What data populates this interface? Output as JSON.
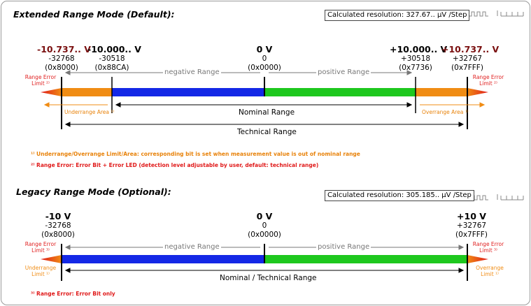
{
  "extended": {
    "title": "Extended Range Mode (Default):",
    "resolution": "Calculated resolution: 327.67.. µV /Step",
    "marks": {
      "left_tech": {
        "volt": "-10.737.. V",
        "dec": "-32768",
        "hex": "(0x8000)"
      },
      "left_nom": {
        "volt": "-10.000.. V",
        "dec": "-30518",
        "hex": "(0x88CA)"
      },
      "zero": {
        "volt": "0 V",
        "dec": "0",
        "hex": "(0x0000)"
      },
      "right_nom": {
        "volt": "+10.000.. V",
        "dec": "+30518",
        "hex": "(0x7736)"
      },
      "right_tech": {
        "volt": "+10.737.. V",
        "dec": "+32767",
        "hex": "(0x7FFF)"
      }
    },
    "negative_range": "negative Range",
    "positive_range": "positive Range",
    "limit_left_1": "Range Error",
    "limit_left_2": "Limit ²⁾",
    "limit_right_1": "Range Error",
    "limit_right_2": "Limit ²⁾",
    "underrange_area": "Underrange Area ¹⁾",
    "overrange_area": "Overrange Area ¹⁾",
    "nominal_range": "Nominal Range",
    "technical_range": "Technical Range",
    "note1": "¹⁾ Underrange/Overrange Limit/Area: corresponding bit is set when measurement value is out of nominal range",
    "note2": "²⁾ Range Error: Error Bit + Error LED (detection level adjustable by user, default: technical range)"
  },
  "legacy": {
    "title": "Legacy Range Mode (Optional):",
    "resolution": "Calculated resolution: 305.185.. µV /Step",
    "marks": {
      "left": {
        "volt": "-10 V",
        "dec": "-32768",
        "hex": "(0x8000)"
      },
      "zero": {
        "volt": "0 V",
        "dec": "0",
        "hex": "(0x0000)"
      },
      "right": {
        "volt": "+10 V",
        "dec": "+32767",
        "hex": "(0x7FFF)"
      }
    },
    "negative_range": "negative Range",
    "positive_range": "positive Range",
    "limit_left_1": "Range Error",
    "limit_left_2": "Limit ³⁾",
    "limit_right_1": "Range Error",
    "limit_right_2": "Limit ³⁾",
    "under_1": "Underrange",
    "under_2": "Limit ¹⁾",
    "over_1": "Overrange",
    "over_2": "Limit ¹⁾",
    "nominal_technical": "Nominal / Technical Range",
    "note3": "³⁾ Range Error: Error Bit only"
  },
  "colors": {
    "orange": "#f08c14",
    "blue": "#1428e6",
    "green": "#1ec81e",
    "red": "#e01a1a",
    "dark_red": "#7a0f0f"
  }
}
